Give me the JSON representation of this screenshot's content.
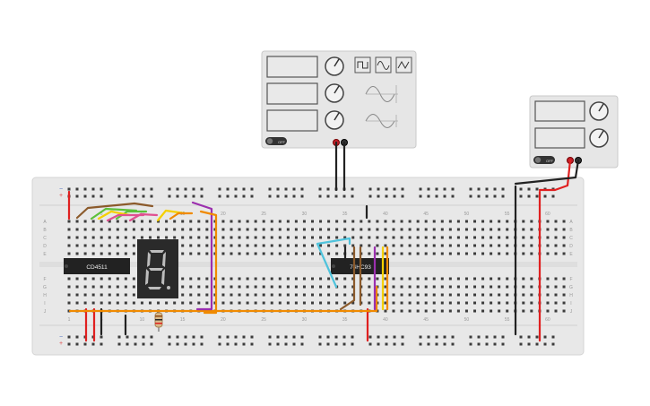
{
  "colors": {
    "wire_red": "#e02020",
    "wire_black": "#222222",
    "wire_orange": "#f08a00",
    "wire_purple": "#9b2fae",
    "wire_brown": "#8b5a2b",
    "wire_green": "#5cc03a",
    "wire_yellow": "#f5d000",
    "wire_pink": "#e05090",
    "wire_cyan": "#4fc3dc"
  },
  "function_generator": {
    "power_label": "OFF",
    "wave_square_icon": "square-wave-icon",
    "wave_sine_icon": "sine-wave-icon",
    "wave_triangle_icon": "triangle-wave-icon"
  },
  "power_supply": {
    "power_label": "OFF"
  },
  "breadboard": {
    "row_letters_top": [
      "A",
      "B",
      "C",
      "D",
      "E"
    ],
    "row_letters_bottom": [
      "F",
      "G",
      "H",
      "I",
      "J"
    ],
    "column_numbers": [
      "1",
      "5",
      "10",
      "15",
      "20",
      "25",
      "30",
      "35",
      "40",
      "45",
      "50",
      "55",
      "60"
    ]
  },
  "chips": {
    "decoder_label": "CD4511",
    "counter_label": "74HC93"
  },
  "display": {
    "digit": "8."
  }
}
